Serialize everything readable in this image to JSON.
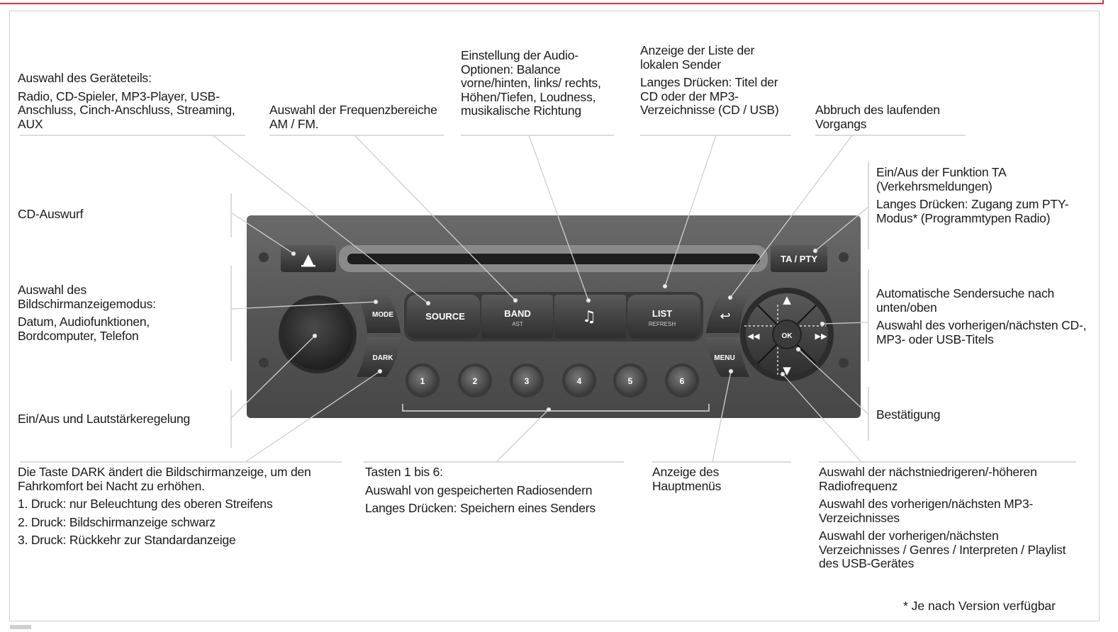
{
  "labels": {
    "source_select": {
      "title": "Auswahl des Geräteteils:",
      "body": "Radio, CD-Spieler, MP3-Player, USB-Anschluss, Cinch-Anschluss, Streaming, AUX"
    },
    "band_select": {
      "body": "Auswahl der Frequenzbereiche AM / FM."
    },
    "audio_options": {
      "body": "Einstellung der Audio-Optionen: Balance vorne/hinten, links/ rechts, Höhen/Tiefen, Loudness, musikalische Richtung"
    },
    "list_select": {
      "title": "Anzeige der Liste der lokalen Sender",
      "body": "Langes Drücken: Titel der CD oder der MP3-Verzeichnisse (CD / USB)"
    },
    "abort": {
      "body": "Abbruch des laufenden Vorgangs"
    },
    "ta_pty": {
      "title": "Ein/Aus der Funktion TA (Verkehrsmeldungen)",
      "body": "Langes Drücken: Zugang zum PTY-Modus* (Programmtypen Radio)"
    },
    "cd_eject": {
      "body": "CD-Auswurf"
    },
    "display_mode": {
      "title": "Auswahl des Bildschirmanzeigemodus:",
      "body": "Datum, Audiofunktionen, Bordcomputer, Telefon"
    },
    "power_volume": {
      "body": "Ein/Aus und Lautstärkeregelung"
    },
    "seek": {
      "title": "Automatische Sendersuche nach unten/oben",
      "body": "Auswahl des vorherigen/nächsten CD-, MP3- oder USB-Titels"
    },
    "confirm": {
      "body": "Bestätigung"
    },
    "dark": {
      "title": "Die Taste DARK ändert die Bildschirmanzeige, um den Fahrkomfort bei Nacht zu erhöhen.",
      "items": [
        "1. Druck: nur Beleuchtung des oberen Streifens",
        "2. Druck: Bildschirmanzeige schwarz",
        "3. Druck: Rückkehr zur Standardanzeige"
      ]
    },
    "presets": {
      "title": "Tasten 1 bis 6:",
      "items": [
        "Auswahl von gespeicherten Radiosendern",
        "Langes Drücken: Speichern eines Senders"
      ]
    },
    "main_menu": {
      "body": "Anzeige des Hauptmenüs"
    },
    "frequency": {
      "items": [
        "Auswahl der nächstniedrigeren/-höheren Radiofrequenz",
        "Auswahl des vorherigen/nächsten MP3-Verzeichnisses",
        "Auswahl der vorherigen/nächsten Verzeichnisses / Genres / Interpreten / Playlist des USB-Gerätes"
      ]
    }
  },
  "radio": {
    "eject_glyph": "▲",
    "ta_pty": "TA / PTY",
    "mode": "MODE",
    "dark": "DARK",
    "source": "SOURCE",
    "band": "BAND",
    "band_sub": "AST",
    "music_glyph": "♫",
    "list": "LIST",
    "list_sub": "REFRESH",
    "back_glyph": "↩",
    "menu": "MENU",
    "ok": "OK",
    "up_glyph": "▲",
    "down_glyph": "▼",
    "left_glyph": "◀◀",
    "right_glyph": "▶▶",
    "presets": [
      "1",
      "2",
      "3",
      "4",
      "5",
      "6"
    ]
  },
  "footnote": "* Je nach Version verfügbar"
}
